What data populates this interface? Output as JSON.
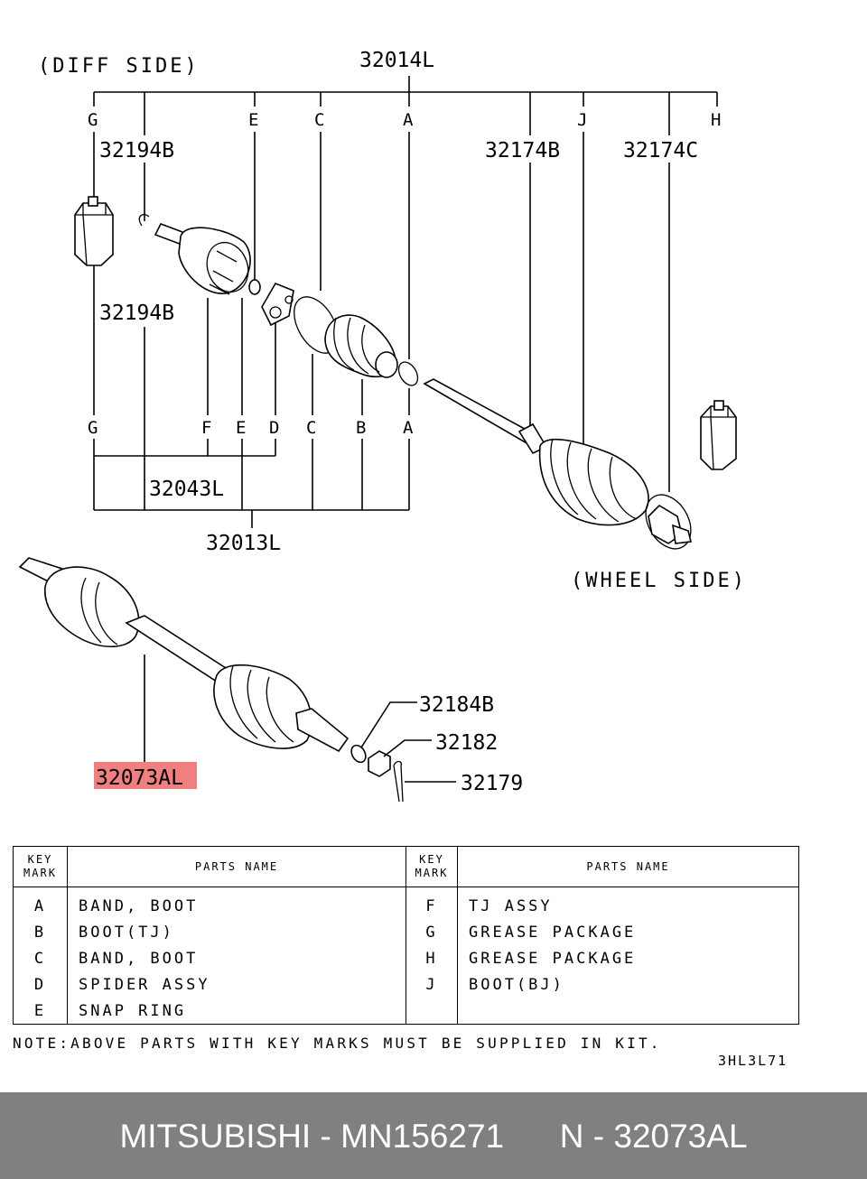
{
  "diagram": {
    "diff_side": "(DIFF SIDE)",
    "wheel_side": "(WHEEL SIDE)",
    "part_numbers": {
      "p32014L": "32014L",
      "p32194B_top": "32194B",
      "p32194B_mid": "32194B",
      "p32174B": "32174B",
      "p32174C": "32174C",
      "p32043L": "32043L",
      "p32013L": "32013L",
      "p32184B": "32184B",
      "p32182": "32182",
      "p32179": "32179",
      "p32073AL": "32073AL"
    },
    "top_keys": [
      "G",
      "E",
      "C",
      "A",
      "J",
      "H"
    ],
    "bottom_keys": [
      "G",
      "F",
      "E",
      "D",
      "C",
      "B",
      "A"
    ],
    "highlight_color": "#f08080"
  },
  "table": {
    "header_key": [
      "KEY",
      "MARK"
    ],
    "header_name": "PARTS NAME",
    "left": [
      {
        "key": "A",
        "name": "BAND, BOOT"
      },
      {
        "key": "B",
        "name": "BOOT(TJ)"
      },
      {
        "key": "C",
        "name": "BAND, BOOT"
      },
      {
        "key": "D",
        "name": "SPIDER ASSY"
      },
      {
        "key": "E",
        "name": "SNAP RING"
      }
    ],
    "right": [
      {
        "key": "F",
        "name": "TJ ASSY"
      },
      {
        "key": "G",
        "name": "GREASE PACKAGE"
      },
      {
        "key": "H",
        "name": "GREASE PACKAGE"
      },
      {
        "key": "J",
        "name": "BOOT(BJ)"
      },
      {
        "key": "",
        "name": ""
      }
    ]
  },
  "note": "NOTE:ABOVE PARTS WITH KEY MARKS MUST BE SUPPLIED IN KIT.",
  "drawing_code": "3HL3L71",
  "footer": {
    "text": "MITSUBISHI - MN156271      N - 32073AL",
    "bg_color": "#808080"
  }
}
